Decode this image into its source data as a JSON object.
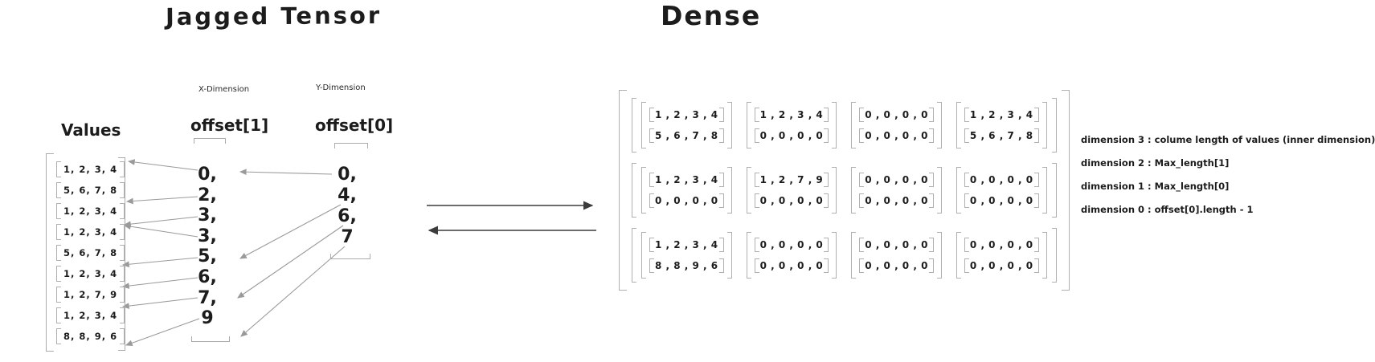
{
  "titles": {
    "jagged": "Jagged Tensor",
    "dense": "Dense"
  },
  "jagged": {
    "values_label": "Values",
    "x_dimension_label": "X-Dimension",
    "y_dimension_label": "Y-Dimension",
    "offset1_label": "offset[1]",
    "offset0_label": "offset[0]",
    "values_rows": [
      [
        1,
        2,
        3,
        4
      ],
      [
        5,
        6,
        7,
        8
      ],
      [
        1,
        2,
        3,
        4
      ],
      [
        1,
        2,
        3,
        4
      ],
      [
        5,
        6,
        7,
        8
      ],
      [
        1,
        2,
        3,
        4
      ],
      [
        1,
        2,
        7,
        9
      ],
      [
        1,
        2,
        3,
        4
      ],
      [
        8,
        8,
        9,
        6
      ]
    ],
    "offset1": [
      0,
      2,
      3,
      3,
      5,
      6,
      7,
      9
    ],
    "offset0": [
      0,
      4,
      6,
      7
    ]
  },
  "dense": {
    "grid": [
      [
        [
          [
            1,
            2,
            3,
            4
          ],
          [
            5,
            6,
            7,
            8
          ]
        ],
        [
          [
            1,
            2,
            3,
            4
          ],
          [
            0,
            0,
            0,
            0
          ]
        ],
        [
          [
            0,
            0,
            0,
            0
          ],
          [
            0,
            0,
            0,
            0
          ]
        ],
        [
          [
            1,
            2,
            3,
            4
          ],
          [
            5,
            6,
            7,
            8
          ]
        ]
      ],
      [
        [
          [
            1,
            2,
            3,
            4
          ],
          [
            0,
            0,
            0,
            0
          ]
        ],
        [
          [
            1,
            2,
            7,
            9
          ],
          [
            0,
            0,
            0,
            0
          ]
        ],
        [
          [
            0,
            0,
            0,
            0
          ],
          [
            0,
            0,
            0,
            0
          ]
        ],
        [
          [
            0,
            0,
            0,
            0
          ],
          [
            0,
            0,
            0,
            0
          ]
        ]
      ],
      [
        [
          [
            1,
            2,
            3,
            4
          ],
          [
            8,
            8,
            9,
            6
          ]
        ],
        [
          [
            0,
            0,
            0,
            0
          ],
          [
            0,
            0,
            0,
            0
          ]
        ],
        [
          [
            0,
            0,
            0,
            0
          ],
          [
            0,
            0,
            0,
            0
          ]
        ],
        [
          [
            0,
            0,
            0,
            0
          ],
          [
            0,
            0,
            0,
            0
          ]
        ]
      ]
    ]
  },
  "annotations": [
    "dimension 3 : colume length of values (inner dimension)",
    "dimension 2 : Max_length[1]",
    "dimension 1 : Max_length[0]",
    "dimension 0 : offset[0].length - 1"
  ],
  "colors": {
    "ink": "#1c1c1c",
    "bracket": "#b0b0b0",
    "arrow": "#9a9a9a",
    "convert_arrow": "#3c3c3c"
  }
}
